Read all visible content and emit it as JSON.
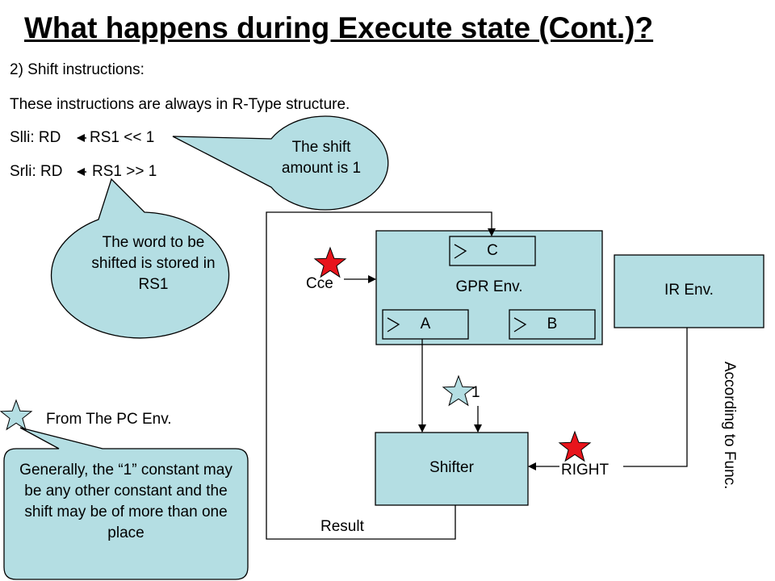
{
  "title": "What happens during Execute state (Cont.)?",
  "intro": {
    "heading": "2) Shift instructions:",
    "description": "These instructions are always in R-Type structure."
  },
  "instructions": [
    {
      "name": "Slli: RD",
      "expr": "RS1 << 1"
    },
    {
      "name": "Srli: RD",
      "expr": "RS1 >> 1"
    }
  ],
  "callouts": {
    "shift_amount": "The shift amount is 1",
    "word_location": "The word to be shifted is stored in RS1",
    "general_note": "Generally, the “1” constant may be any other constant and the shift may be of more than one place"
  },
  "blocks": {
    "gpr": {
      "label": "GPR Env.",
      "port_c": "C",
      "port_a": "A",
      "port_b": "B"
    },
    "ir": {
      "label": "IR Env."
    },
    "shifter": {
      "label": "Shifter"
    }
  },
  "signals": {
    "cce": "Cce",
    "constant": "1",
    "right": "RIGHT",
    "result": "Result",
    "according": "According to Func."
  },
  "legend": {
    "star_label": "From The PC Env."
  },
  "colors": {
    "box_fill": "#b4dee3",
    "star_red": "#e8141c",
    "star_blue": "#b4dee3"
  }
}
